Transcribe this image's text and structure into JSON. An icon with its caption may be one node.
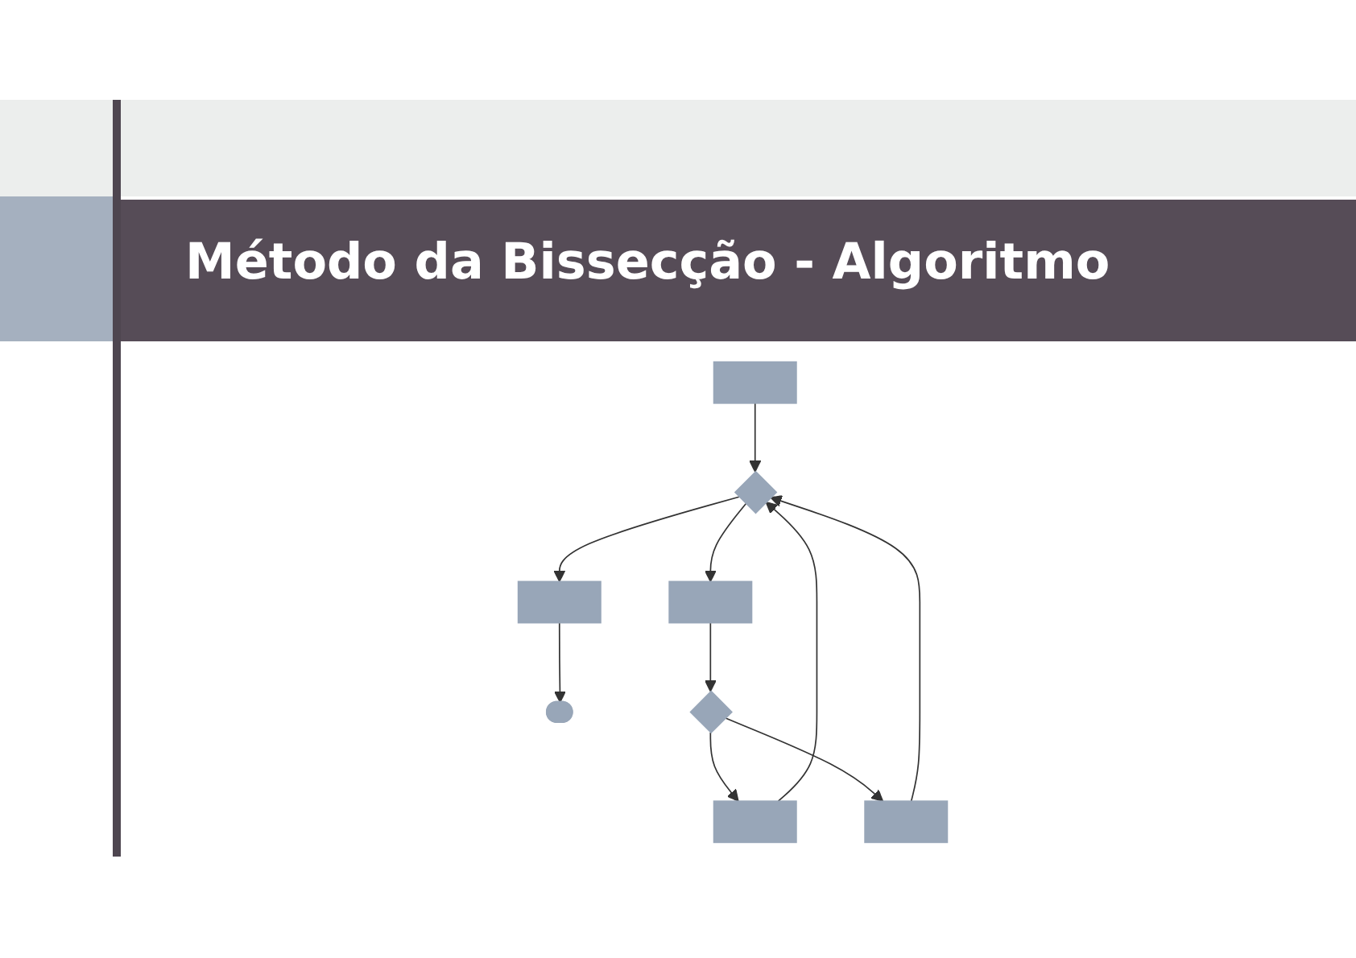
{
  "diagram": {
    "title": "Método da Bissecção - Algoritmo",
    "nodes": [
      {
        "text": [],
        "shape": "box"
      },
      {
        "text": [],
        "shape": "diamond"
      },
      {
        "text": [],
        "shape": "box"
      },
      {
        "text": [],
        "shape": "ellipse"
      },
      {
        "text": [],
        "shape": "box"
      },
      {
        "text": [],
        "shape": "diamond"
      },
      {
        "text": [],
        "shape": "box"
      },
      {
        "text": [],
        "shape": "box"
      }
    ],
    "edges": [
      {
        "from": 0,
        "to": 1,
        "arrow": "to"
      },
      {
        "from": 1,
        "to": 2,
        "arrow": "to"
      },
      {
        "from": 2,
        "to": 3,
        "arrow": "to"
      },
      {
        "from": 1,
        "to": 4,
        "arrow": "to"
      },
      {
        "from": 4,
        "to": 5,
        "arrow": "to"
      },
      {
        "from": 5,
        "to": 6,
        "arrow": "to"
      },
      {
        "from": 5,
        "to": 7,
        "arrow": "to"
      },
      {
        "from": 6,
        "to": 1,
        "arrow": "to"
      },
      {
        "from": 7,
        "to": 1,
        "arrow": "to"
      }
    ]
  }
}
